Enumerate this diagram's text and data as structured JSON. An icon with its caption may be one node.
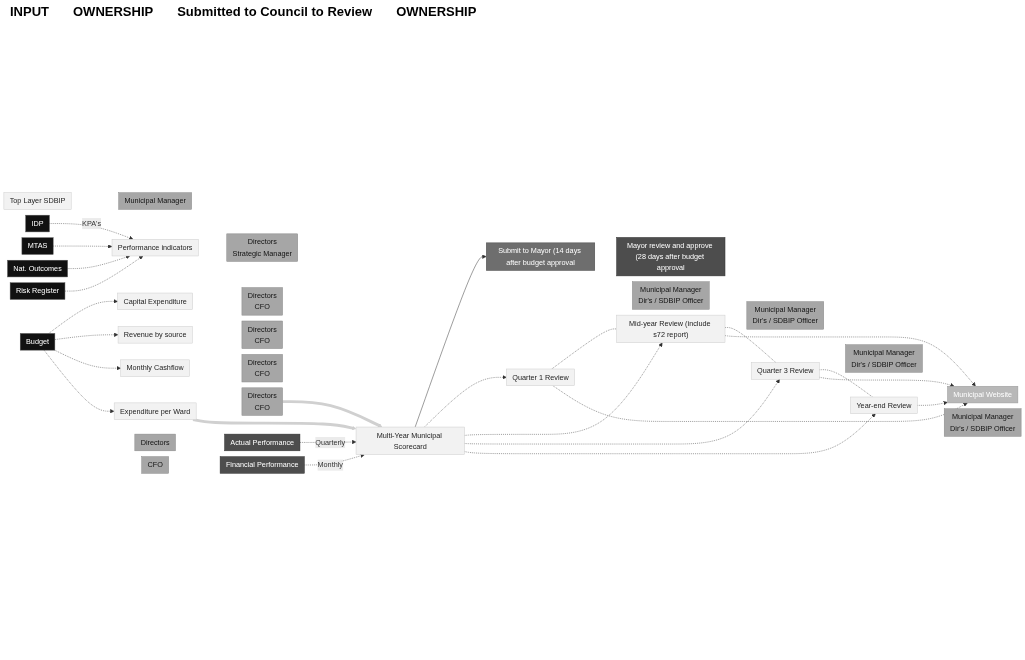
{
  "diagram": {
    "nodes": [
      {
        "text": [
          "IDP"
        ]
      },
      {
        "text": [
          "Budget"
        ]
      },
      {
        "text": [
          "MTAS"
        ]
      },
      {
        "text": [
          "Nat. Outcomes"
        ]
      },
      {
        "text": [
          "Risk Register"
        ]
      },
      {
        "text": [
          "Top Layer SDBIP"
        ]
      },
      {
        "text": [
          "Municipal Manager"
        ]
      },
      {
        "text": [
          "Performance indicators"
        ]
      },
      {
        "text": [
          "Directors",
          "Strategic Manager"
        ]
      },
      {
        "text": [
          "Capital Expenditure"
        ]
      },
      {
        "text": [
          "Directors",
          "CFO"
        ]
      },
      {
        "text": [
          "Revenue by source"
        ]
      },
      {
        "text": [
          "Directors",
          "CFO"
        ]
      },
      {
        "text": [
          "Monthly Cashflow"
        ]
      },
      {
        "text": [
          "Directors",
          "CFO"
        ]
      },
      {
        "text": [
          "Expenditure per Ward"
        ]
      },
      {
        "text": [
          "Directors",
          "CFO"
        ]
      },
      {
        "text": [
          "Directors"
        ]
      },
      {
        "text": [
          "Actual Performance"
        ]
      },
      {
        "text": [
          "CFO"
        ]
      },
      {
        "text": [
          "Financial Performance"
        ]
      },
      {
        "text": [
          "Multi-Year Municipal Scorecard"
        ]
      },
      {
        "text": [
          "Submit to Mayor (14 days after budget approval"
        ]
      },
      {
        "text": [
          "Mayor review and approve (28 days after budget approval"
        ]
      },
      {
        "text": [
          "Municipal Website"
        ]
      },
      {
        "text": [
          "Year-end Review"
        ]
      },
      {
        "text": [
          "Municipal Manager",
          "Dir's / SDBIP Officer"
        ]
      },
      {
        "text": [
          "Quarter 3 Review"
        ]
      },
      {
        "text": [
          "Municipal Manager",
          "Dir's / SDBIP Officer"
        ]
      },
      {
        "text": [
          "Mid-year Review (include s72 report)"
        ]
      },
      {
        "text": [
          "Municipal Manager",
          "Dir's / SDBIP Officer"
        ]
      },
      {
        "text": [
          "Quarter 1 Review"
        ]
      },
      {
        "text": [
          "Municipal Manager",
          "Dir's / SDBIP Officer"
        ]
      }
    ],
    "edges": [
      {
        "from": 0,
        "to": 7,
        "arrow": "to",
        "style": "dashed",
        "label": "KPA's"
      },
      {
        "from": 2,
        "to": 7,
        "arrow": "to",
        "style": "dashed"
      },
      {
        "from": 3,
        "to": 7,
        "arrow": "to",
        "style": "dashed"
      },
      {
        "from": 4,
        "to": 7,
        "arrow": "to",
        "style": "dashed"
      },
      {
        "from": 1,
        "to": 9,
        "arrow": "to",
        "style": "dashed"
      },
      {
        "from": 1,
        "to": 11,
        "arrow": "to",
        "style": "dashed"
      },
      {
        "from": 1,
        "to": 13,
        "arrow": "to",
        "style": "dashed"
      },
      {
        "from": 1,
        "to": 15,
        "arrow": "to",
        "style": "dashed"
      },
      {
        "from": 15,
        "to": 21,
        "arrow": "to",
        "style": "thick",
        "color": "#d0d0d0"
      },
      {
        "from": 16,
        "to": 21,
        "arrow": "to",
        "style": "thick",
        "color": "#d0d0d0"
      },
      {
        "from": 18,
        "to": 21,
        "arrow": "to",
        "style": "dashed",
        "label": "Quarterly"
      },
      {
        "from": 20,
        "to": 21,
        "arrow": "to",
        "style": "dashed",
        "label": "Monthly"
      },
      {
        "from": 21,
        "to": 22,
        "arrow": "to"
      },
      {
        "from": 21,
        "to": 31,
        "arrow": "to",
        "style": "dashed"
      },
      {
        "from": 21,
        "to": 29,
        "arrow": "to",
        "style": "dashed"
      },
      {
        "from": 21,
        "to": 27,
        "arrow": "to",
        "style": "dashed"
      },
      {
        "from": 21,
        "to": 25,
        "arrow": "to",
        "style": "dashed"
      },
      {
        "from": 31,
        "to": 29,
        "arrow": "none",
        "style": "dashed"
      },
      {
        "from": 29,
        "to": 27,
        "arrow": "none",
        "style": "dashed"
      },
      {
        "from": 27,
        "to": 25,
        "arrow": "none",
        "style": "dashed"
      },
      {
        "from": 31,
        "to": 24,
        "arrow": "to",
        "style": "dashed"
      },
      {
        "from": 29,
        "to": 24,
        "arrow": "to",
        "style": "dashed"
      },
      {
        "from": 27,
        "to": 24,
        "arrow": "to",
        "style": "dashed"
      },
      {
        "from": 25,
        "to": 24,
        "arrow": "to",
        "style": "dashed"
      }
    ],
    "labels": [
      "INPUT",
      "OWNERSHIP",
      "Submitted to Council to Review",
      "OWNERSHIP"
    ]
  }
}
